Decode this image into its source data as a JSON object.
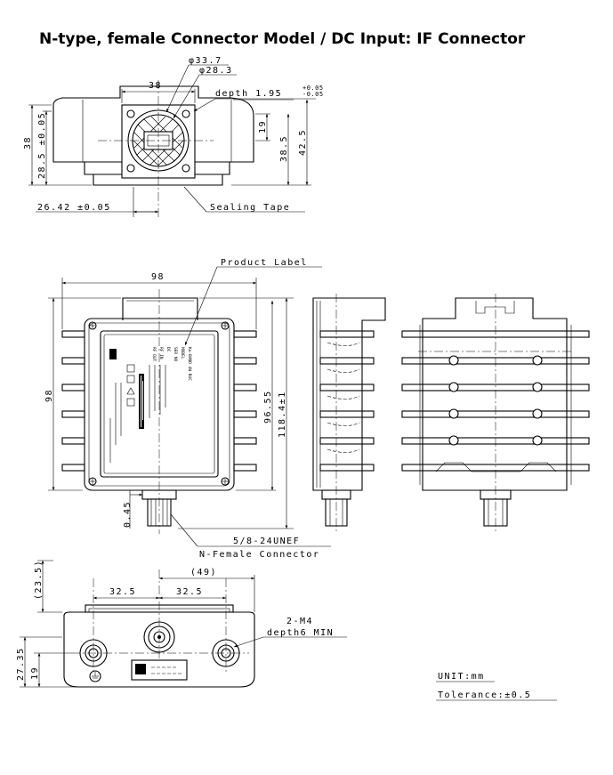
{
  "title": "N-type, female Connector Model / DC Input: IF Connector",
  "top_view": {
    "dia_outer": "φ33.7",
    "dia_inner": "φ28.3",
    "width_38": "38",
    "depth": "depth 1.95",
    "depth_tol_plus": "+0.05",
    "depth_tol_minus": "-0.05",
    "height_38": "38",
    "height_28_5": "28.5 ±0.05",
    "height_19": "19",
    "height_38_5": "38.5",
    "height_42_5": "42.5",
    "offset_26_42": "26.42 ±0.05",
    "sealing_tape": "Sealing Tape"
  },
  "front_view": {
    "product_label": "Product Label",
    "width_98": "98",
    "height_98": "98",
    "height_96_55": "96.55",
    "height_118_4": "118.4±1",
    "offset_0_45": "0.45",
    "thread": "5/8-24UNEF",
    "connector": "N-Female Connector",
    "label_lines": [
      "Ku-BAND 4W BUC",
      "MODEL",
      "SER NO",
      "DC",
      "RF IN",
      "RF OUT"
    ]
  },
  "bottom_view": {
    "dim_23_5": "(23.5)",
    "dim_49": "(49)",
    "dim_32_5_left": "32.5",
    "dim_32_5_right": "32.5",
    "m4": "2-M4",
    "m4_depth": "depth6 MIN",
    "dim_27_35": "27.35",
    "dim_19": "19"
  },
  "notes": {
    "unit": "UNIT:mm",
    "tolerance": "Tolerance:±0.5"
  }
}
